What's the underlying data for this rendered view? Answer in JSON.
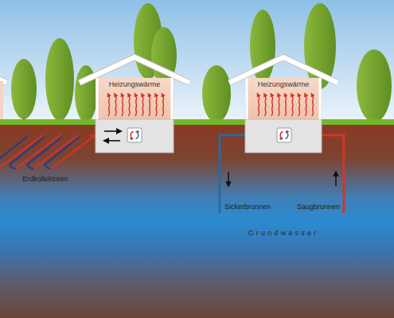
{
  "diagram": {
    "nodes": [
      {
        "text": [
          "Heizungswärme"
        ]
      },
      {
        "text": [
          "Heizungswärme"
        ]
      }
    ],
    "labels": [
      "Erdkollektoren",
      "Sickerbrunnen",
      "Saugbrunnen",
      "Grundwasser"
    ]
  }
}
